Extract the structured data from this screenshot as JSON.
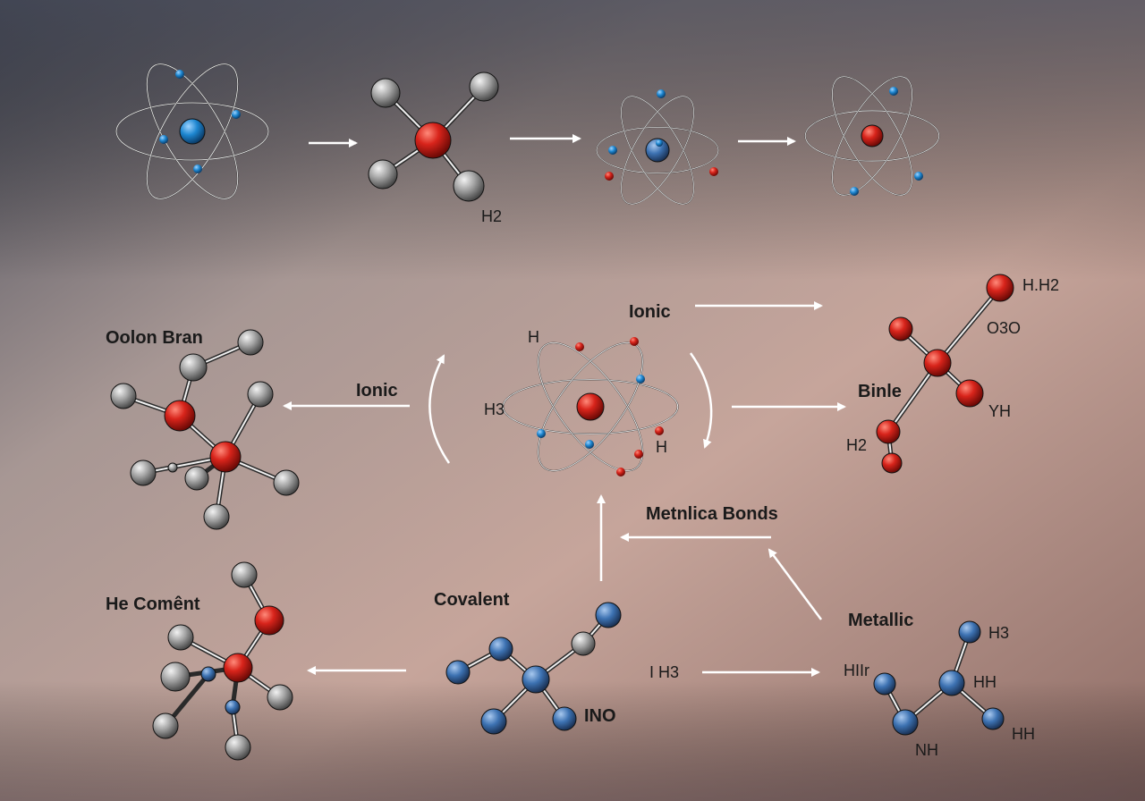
{
  "title_labels": {
    "top_h2": "H2",
    "ionic_top": "Ionic",
    "hh2": "H.H2",
    "o3o": "O3O",
    "oolon_bran": "Oolon Bran",
    "center_h_top": "H",
    "ionic_left": "Ionic",
    "center_h3": "H3",
    "binle": "Binle",
    "yh": "YH",
    "center_h_bottom": "H",
    "binle_h2": "H2",
    "metnlica_bonds": "Metnlica Bonds",
    "he_coment": "He Comênt",
    "covalent": "Covalent",
    "metallic": "Metallic",
    "metallic_h3": "H3",
    "ih3": "I H3",
    "hiir": "HIIr",
    "hh_upper": "HH",
    "ino": "INO",
    "hh_lower": "HH",
    "nh": "NH"
  },
  "colors": {
    "background_top": "#4a4d58",
    "background_mid": "#c4a59c",
    "background_right": "#d9a48f",
    "atom_red": "#d42a20",
    "atom_blue": "#3f74b5",
    "atom_gray": "#9a9a9a",
    "arrow": "#ffffff"
  }
}
